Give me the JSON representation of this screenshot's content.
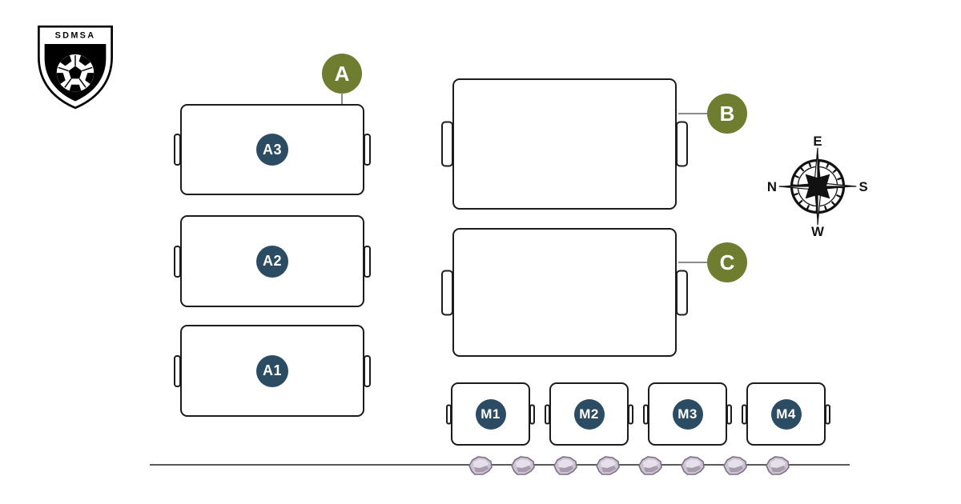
{
  "logo": {
    "text": "SDMSA"
  },
  "markers": {
    "a": "A",
    "b": "B",
    "c": "C"
  },
  "a_fields": [
    {
      "badge": "A3"
    },
    {
      "badge": "A2"
    },
    {
      "badge": "A1"
    }
  ],
  "large_fields": [
    {
      "marker": "B"
    },
    {
      "marker": "C"
    }
  ],
  "mini_fields": [
    {
      "badge": "M1"
    },
    {
      "badge": "M2"
    },
    {
      "badge": "M3"
    },
    {
      "badge": "M4"
    }
  ],
  "compass": {
    "labels": {
      "top": "E",
      "right": "S",
      "bottom": "W",
      "left": "N"
    }
  },
  "barrier": {
    "rock_count": 8
  },
  "colors": {
    "marker": "#6e7d2f",
    "badge": "#2b4c63",
    "outline": "#1c1c1c",
    "connector": "#8c8c8c",
    "ground_line": "#5a5a5a",
    "rock_fill": "#cdc3d2",
    "rock_light": "#e6e0ea",
    "rock_shadow": "#a79bad",
    "rock_edge": "#7e7386"
  }
}
